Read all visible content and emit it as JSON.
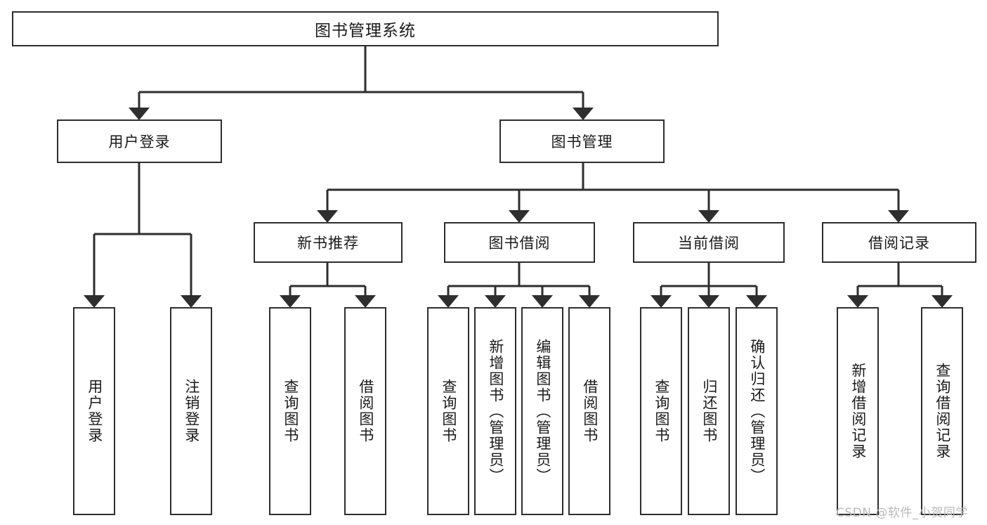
{
  "diagram": {
    "title": "图书管理系统",
    "type": "functional-structure-tree",
    "orientation": "top-down",
    "line_color": "#2e2e2e",
    "box_fill": "#ffffff",
    "text_color": "#1a1a1a"
  },
  "root": {
    "label": "图书管理系统"
  },
  "level1": [
    {
      "label": "用户登录"
    },
    {
      "label": "图书管理"
    }
  ],
  "level2": [
    {
      "label": "新书推荐"
    },
    {
      "label": "图书借阅"
    },
    {
      "label": "当前借阅"
    },
    {
      "label": "借阅记录"
    }
  ],
  "leaves": {
    "user_login": [
      {
        "label": "用户登录"
      },
      {
        "label": "注销登录"
      }
    ],
    "new_book_recommend": [
      {
        "label": "查询图书"
      },
      {
        "label": "借阅图书"
      }
    ],
    "book_borrow": [
      {
        "label": "查询图书"
      },
      {
        "label": "新增图书（管理员）"
      },
      {
        "label": "编辑图书（管理员）"
      },
      {
        "label": "借阅图书"
      }
    ],
    "current_borrow": [
      {
        "label": "查询图书"
      },
      {
        "label": "归还图书"
      },
      {
        "label": "确认归还（管理员）"
      }
    ],
    "borrow_record": [
      {
        "label": "新增借阅记录"
      },
      {
        "label": "查询借阅记录"
      }
    ]
  },
  "watermark": {
    "text": "CSDN @软件_小贺同学"
  }
}
